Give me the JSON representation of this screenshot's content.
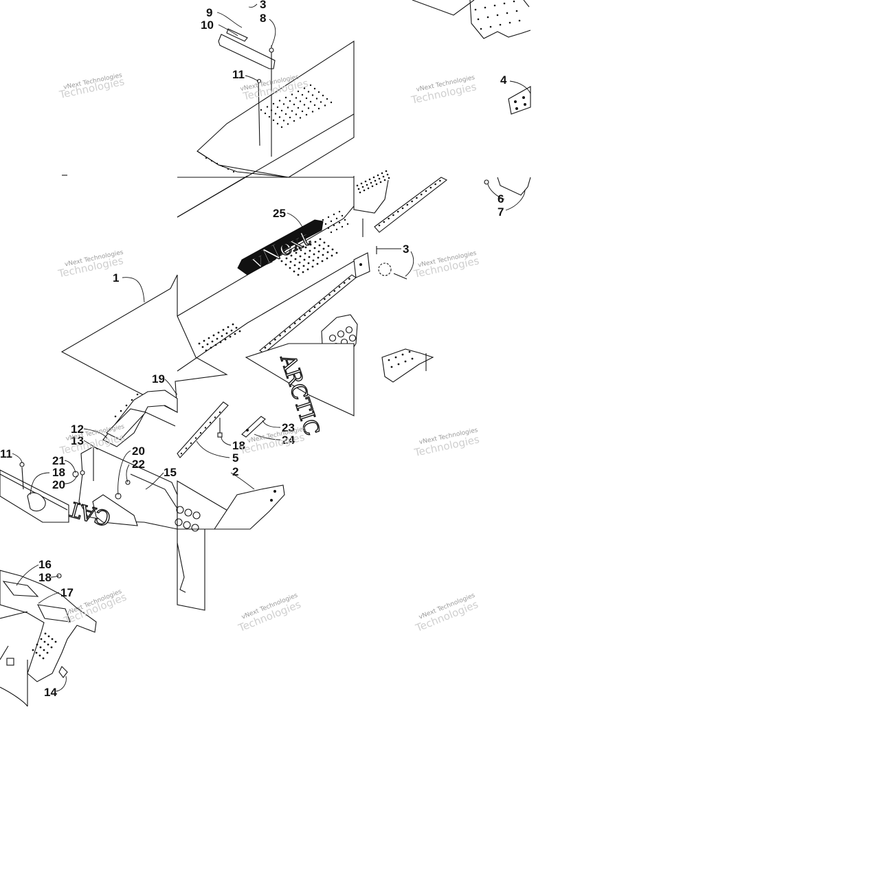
{
  "diagram": {
    "callouts": [
      {
        "id": "c-9",
        "text": "9"
      },
      {
        "id": "c-10",
        "text": "10"
      },
      {
        "id": "c-3a",
        "text": "3"
      },
      {
        "id": "c-8",
        "text": "8"
      },
      {
        "id": "c-11a",
        "text": "11"
      },
      {
        "id": "c-4",
        "text": "4"
      },
      {
        "id": "c-6",
        "text": "6"
      },
      {
        "id": "c-7",
        "text": "7"
      },
      {
        "id": "c-25",
        "text": "25"
      },
      {
        "id": "c-3b",
        "text": "3"
      },
      {
        "id": "c-1",
        "text": "1"
      },
      {
        "id": "c-19",
        "text": "19"
      },
      {
        "id": "c-12",
        "text": "12"
      },
      {
        "id": "c-13",
        "text": "13"
      },
      {
        "id": "c-23",
        "text": "23"
      },
      {
        "id": "c-24",
        "text": "24"
      },
      {
        "id": "c-18a",
        "text": "18"
      },
      {
        "id": "c-5",
        "text": "5"
      },
      {
        "id": "c-2",
        "text": "2"
      },
      {
        "id": "c-11b",
        "text": "11"
      },
      {
        "id": "c-21",
        "text": "21"
      },
      {
        "id": "c-18b",
        "text": "18"
      },
      {
        "id": "c-20a",
        "text": "20"
      },
      {
        "id": "c-20b",
        "text": "20"
      },
      {
        "id": "c-22",
        "text": "22"
      },
      {
        "id": "c-15",
        "text": "15"
      },
      {
        "id": "c-16",
        "text": "16"
      },
      {
        "id": "c-18c",
        "text": "18"
      },
      {
        "id": "c-17",
        "text": "17"
      },
      {
        "id": "c-14",
        "text": "14"
      }
    ],
    "watermark_line1": "vNext Technologies",
    "watermark_line2": "Technologies",
    "decals": {
      "rear_bumper_text": "CAT",
      "side_text": "ARCTIC",
      "seat_text": "vNext"
    },
    "colors": {
      "line": "#111111",
      "background": "#ffffff",
      "watermark": "#9a9a9a"
    }
  }
}
